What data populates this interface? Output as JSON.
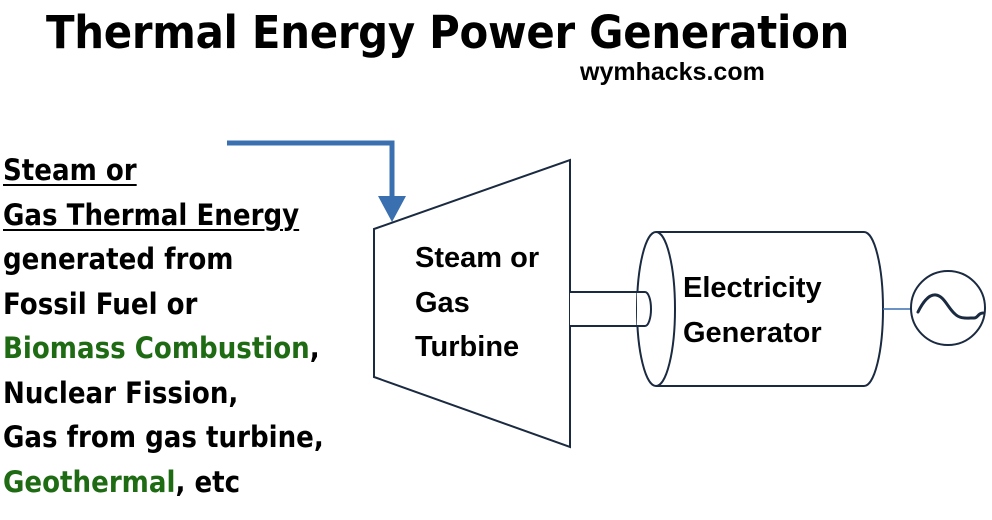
{
  "title": "Thermal Energy Power Generation",
  "site": "wymhacks.com",
  "sources": {
    "heading_line1": "Steam or",
    "heading_line2": "Gas Thermal Energy",
    "line3": "generated from",
    "line4": "Fossil Fuel or",
    "biomass": "Biomass Combustion",
    "biomass_suffix": ",",
    "nuclear": "Nuclear Fission,",
    "gas": "Gas from gas turbine,",
    "geothermal": "Geothermal",
    "geothermal_suffix": ", etc"
  },
  "turbine": {
    "line1": "Steam or",
    "line2": "Gas",
    "line3": "Turbine"
  },
  "generator": {
    "line1": "Electricity",
    "line2": "Generator"
  },
  "icons": {
    "flow_arrow": "arrow-down",
    "ac_output": "ac-sine-wave"
  },
  "colors": {
    "arrow": "#3a6fb0",
    "outline": "#1a2a40",
    "highlight_green": "#1e6b14",
    "connector": "#3a6fb0"
  }
}
